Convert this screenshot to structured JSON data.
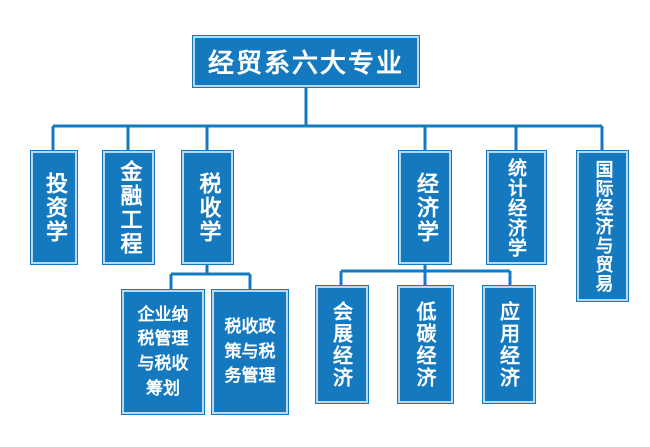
{
  "diagram": {
    "root": "经贸系六大专业",
    "majors": [
      {
        "label": "投资学"
      },
      {
        "label": "金融工程"
      },
      {
        "label": "税收学",
        "children": [
          "企业纳\n税管理\n与税收\n筹划",
          "税收政\n策与税\n务管理"
        ]
      },
      {
        "label": "经济学",
        "children": [
          "会展经济",
          "低碳经济",
          "应用经济"
        ]
      },
      {
        "label": "统计经济学"
      },
      {
        "label": "国际经济与贸易"
      }
    ]
  },
  "colors": {
    "box_fill": "#1479bf",
    "connector": "#1479bf",
    "text": "#ffffff"
  }
}
